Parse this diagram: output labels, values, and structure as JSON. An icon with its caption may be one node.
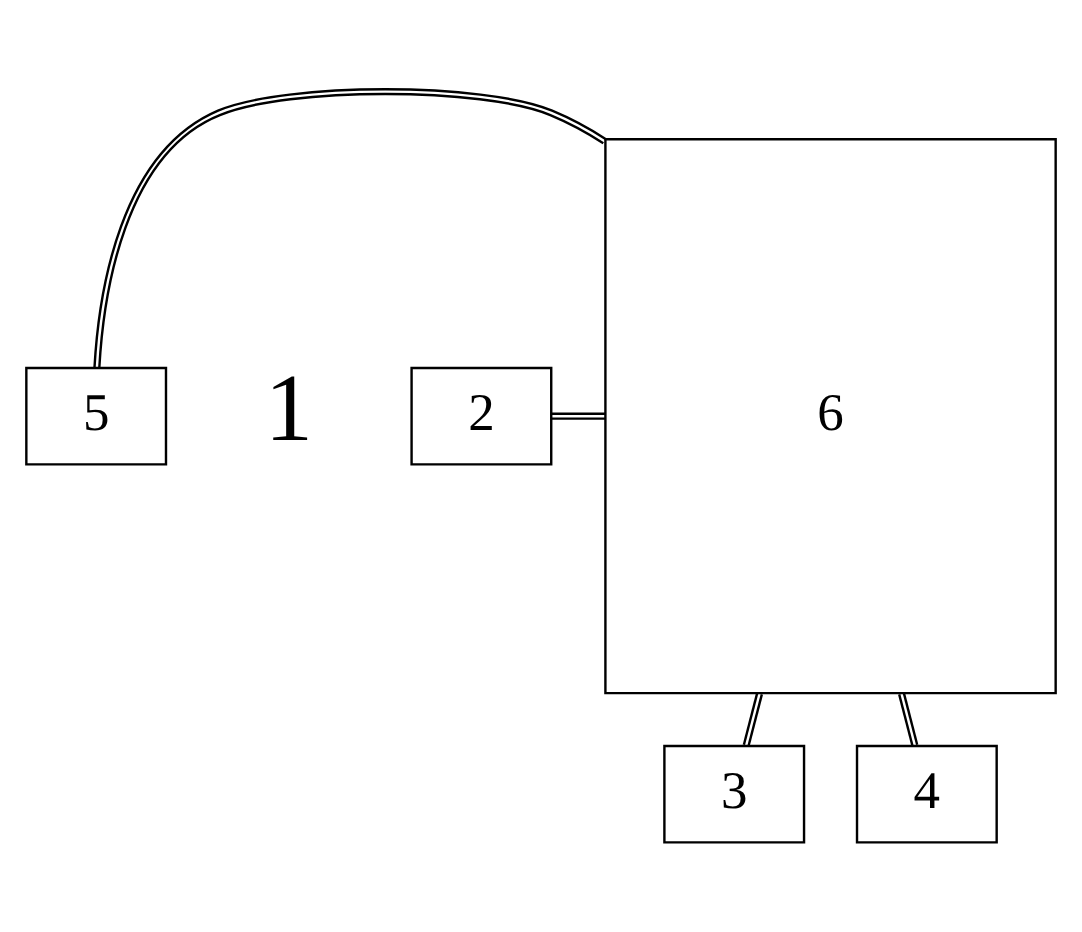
{
  "diagram": {
    "nodes": [
      {
        "text": [
          "2"
        ]
      },
      {
        "text": [
          "6"
        ]
      },
      {
        "text": [
          "5"
        ]
      },
      {
        "text": [
          "3"
        ]
      },
      {
        "text": [
          "4"
        ]
      }
    ],
    "edges": [
      {
        "from": 0,
        "to": 1,
        "arrow": "none"
      },
      {
        "from": 2,
        "to": 1,
        "arrow": "none"
      },
      {
        "from": 1,
        "to": 3,
        "arrow": "none"
      },
      {
        "from": 1,
        "to": 4,
        "arrow": "none"
      }
    ],
    "labels": [
      "1"
    ]
  }
}
